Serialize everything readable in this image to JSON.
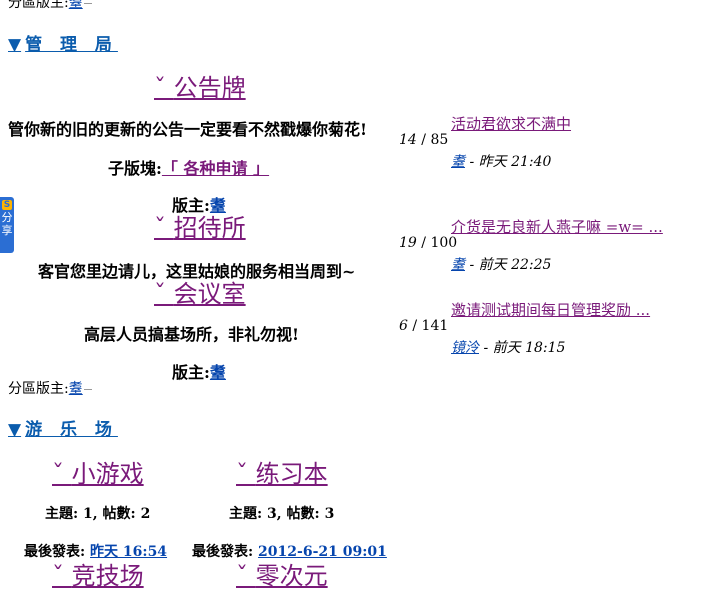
{
  "top_moderator": {
    "label": "分區版主:",
    "name": "耋"
  },
  "section1": {
    "triangle": "▼",
    "title": "管 理 局"
  },
  "forums": {
    "bulletin": {
      "title": "公告牌",
      "desc": "管你新的旧的更新的公告一定要看不然戳爆你菊花!",
      "sub_label": "子版塊:",
      "sub_link": "「 各种申请 」",
      "mod_label": "版主:",
      "mod_name": "耋"
    },
    "reception": {
      "title": "招待所",
      "desc": "客官您里边请儿，这里姑娘的服务相当周到~"
    },
    "meeting": {
      "title": "会议室",
      "desc": "高层人员搞基场所，非礼勿视!",
      "mod_label": "版主:",
      "mod_name": "耋"
    }
  },
  "stats": [
    {
      "topics": "14",
      "posts": "85",
      "last_title": "活动君欲求不满中",
      "last_user": "耋",
      "last_time": "- 昨天 21:40"
    },
    {
      "topics": "19",
      "posts": "100",
      "last_title": "介货是无良新人燕子嘛 =w= ...",
      "last_user": "耋",
      "last_time": "- 前天 22:25"
    },
    {
      "topics": "6",
      "posts": "141",
      "last_title": "邀请测试期间每日管理奖励 ...",
      "last_user": "镜泠",
      "last_time": "- 前天 18:15"
    }
  ],
  "bottom_moderator": {
    "label": "分區版主:",
    "name": "耋"
  },
  "section2": {
    "triangle": "▼",
    "title": "游 乐 场"
  },
  "playground": [
    {
      "title": "小游戏",
      "stats": "主題: 1, 帖數: 2",
      "last_label": "最後發表:",
      "last_time": "昨天 16:54"
    },
    {
      "title": "练习本",
      "stats": "主題: 3, 帖數: 3",
      "last_label": "最後發表:",
      "last_time": "2012-6-21 09:01"
    },
    {
      "title": "竞技场"
    },
    {
      "title": "零次元"
    }
  ],
  "share": {
    "logo": "S",
    "label": "分享"
  }
}
